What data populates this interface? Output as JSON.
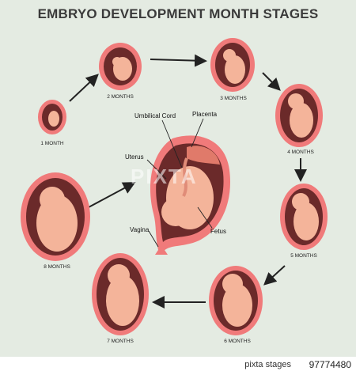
{
  "title": "EMBRYO DEVELOPMENT MONTH STAGES",
  "stages": [
    {
      "label": "1 MONTH"
    },
    {
      "label": "2 MONTHS"
    },
    {
      "label": "3 MONTHS"
    },
    {
      "label": "4 MONTHS"
    },
    {
      "label": "5 MONTHS"
    },
    {
      "label": "6 MONTHS"
    },
    {
      "label": "7 MONTHS"
    },
    {
      "label": "8 MONTHS"
    }
  ],
  "callouts": {
    "umbilical_cord": "Umbilical Cord",
    "placenta": "Placenta",
    "uterus": "Uterus",
    "vagina": "Vagina",
    "fetus": "Fetus"
  },
  "watermark": "PIXTA",
  "footer": {
    "brand": "pixta stages",
    "id": "97774480"
  },
  "colors": {
    "background": "#e4ebe2",
    "uterus_outer": "#f07a7a",
    "uterus_inner": "#6b2a2a",
    "skin": "#f4b49a",
    "skin_shadow": "#e08c78",
    "arrow": "#222222"
  }
}
